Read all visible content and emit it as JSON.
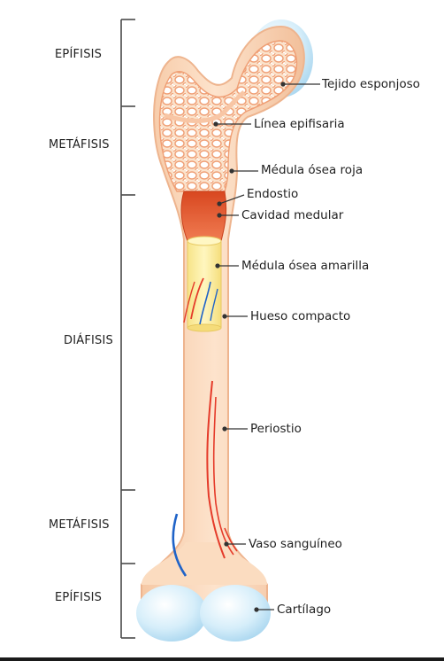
{
  "regions": {
    "epifisis_top": "EPÍFISIS",
    "metafisis_top": "METÁFISIS",
    "diafisis": "DIÁFISIS",
    "metafisis_bottom": "METÁFISIS",
    "epifisis_bottom": "EPÍFISIS"
  },
  "parts": {
    "tejido_esponjoso": "Tejido esponjoso",
    "linea_epifisaria": "Línea epifisaria",
    "medula_roja": "Médula ósea roja",
    "endostio": "Endostio",
    "cavidad_medular": "Cavidad medular",
    "medula_amarilla": "Médula ósea amarilla",
    "hueso_compacto": "Hueso compacto",
    "periostio": "Periostio",
    "vaso_sanguineo": "Vaso sanguíneo",
    "cartilago": "Cartílago"
  },
  "colors": {
    "bone": "#fbd9bb",
    "bone_edge": "#eeb48e",
    "spongy": "#f2a47a",
    "red_marrow": "#e2542c",
    "yellow_marrow": "#fbec9a",
    "cartilage": "#cfe9f7",
    "artery": "#e53b2a",
    "vein": "#1f63c8"
  }
}
